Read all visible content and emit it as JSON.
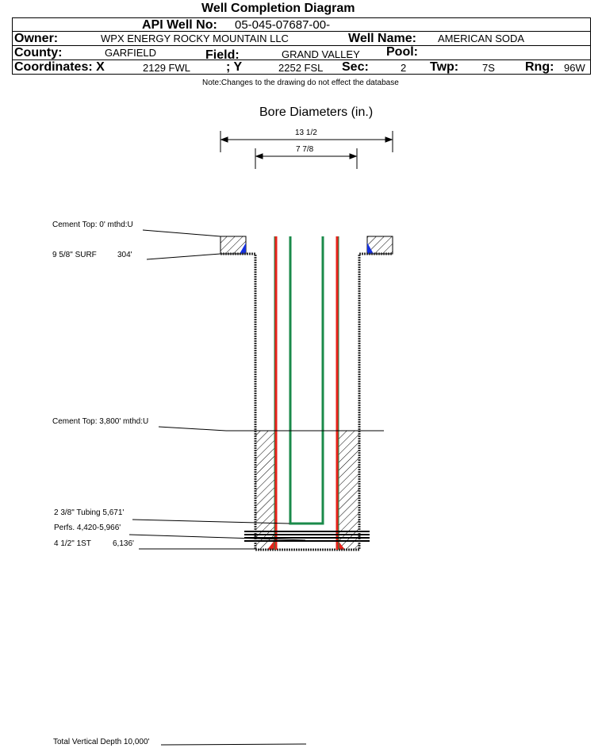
{
  "title": "Well Completion Diagram",
  "header": {
    "api_label": "API Well No:",
    "api_value": "05-045-07687-00-",
    "owner_label": "Owner:",
    "owner_value": "WPX ENERGY ROCKY MOUNTAIN LLC",
    "well_name_label": "Well Name:",
    "well_name_value": "AMERICAN SODA",
    "county_label": "County:",
    "county_value": "GARFIELD",
    "field_label": "Field:",
    "field_value": "GRAND VALLEY",
    "pool_label": "Pool:",
    "coord_x_label": "Coordinates: X",
    "coord_x_value": "2129 FWL",
    "coord_y_label": "; Y",
    "coord_y_value": "2252 FSL",
    "sec_label": "Sec:",
    "sec_value": "2",
    "twp_label": "Twp:",
    "twp_value": "7S",
    "rng_label": "Rng:",
    "rng_value": "96W"
  },
  "note": "Note:Changes to the drawing do not effect the database",
  "diagram": {
    "bore_title": "Bore Diameters (in.)",
    "bore_1": "13 1/2",
    "bore_2": "7 7/8",
    "labels": {
      "cement_top_surface": "Cement Top: 0' mthd:U",
      "surface_casing": "9 5/8\" SURF",
      "surface_casing_depth": "304'",
      "cement_top_prod": "Cement Top: 3,800' mthd:U",
      "tubing": "2 3/8\" Tubing 5,671'",
      "perfs": "Perfs. 4,420-5,966'",
      "prod_casing": "4 1/2\" 1ST",
      "prod_casing_depth": "6,136'",
      "tvd": "Total Vertical Depth 10,000'"
    },
    "colors": {
      "casing": "#e8231c",
      "tubing": "#1a8a4a",
      "cement_wedge": "#1530e0"
    }
  }
}
